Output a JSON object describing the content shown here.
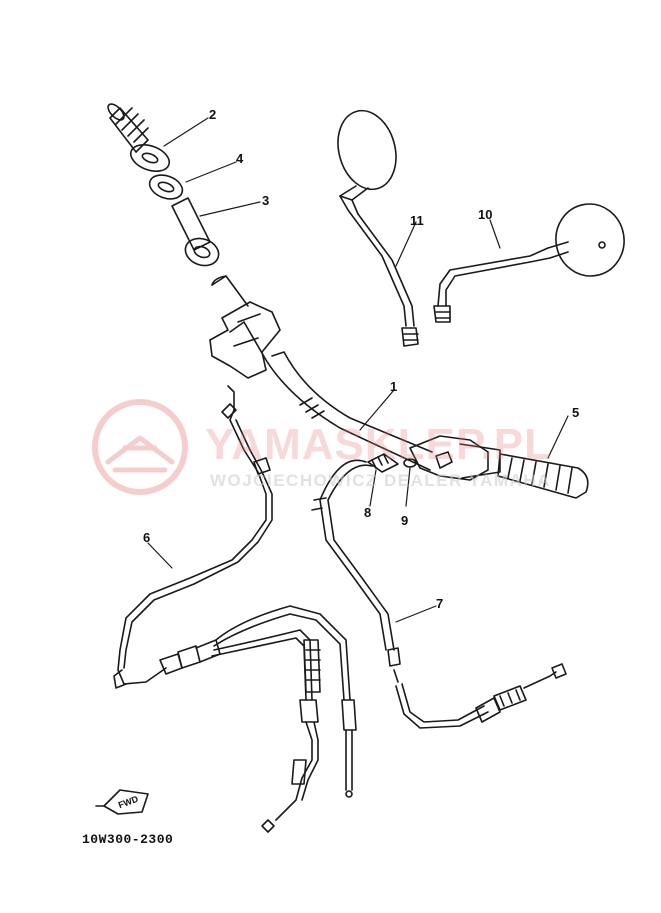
{
  "diagram": {
    "part_code": "10W300-2300",
    "fwd_label": "FWD",
    "callouts": [
      {
        "id": "1",
        "label": "1"
      },
      {
        "id": "2",
        "label": "2"
      },
      {
        "id": "3",
        "label": "3"
      },
      {
        "id": "4",
        "label": "4"
      },
      {
        "id": "5",
        "label": "5"
      },
      {
        "id": "6",
        "label": "6"
      },
      {
        "id": "7",
        "label": "7"
      },
      {
        "id": "8",
        "label": "8"
      },
      {
        "id": "9",
        "label": "9"
      },
      {
        "id": "10",
        "label": "10"
      },
      {
        "id": "11",
        "label": "11"
      }
    ]
  },
  "watermark": {
    "title": "YAMASKLEP.PL",
    "subtitle": "WOJCIECHOWICZ DEALER YAMAHA",
    "color": "#e57373"
  },
  "colors": {
    "line": "#1a1a1a",
    "background": "#ffffff"
  }
}
